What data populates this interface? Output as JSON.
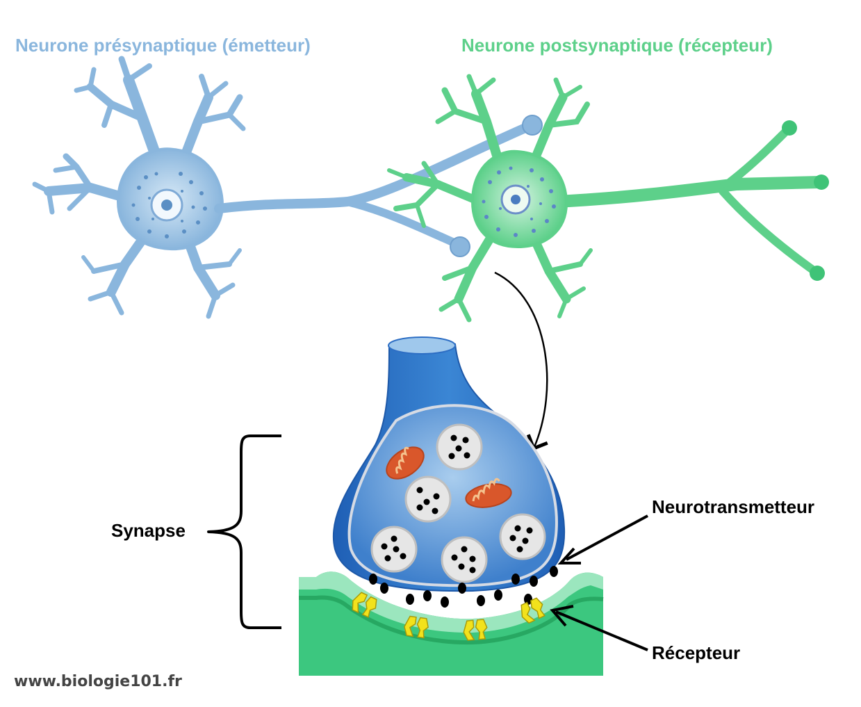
{
  "labels": {
    "presynaptic_title": "Neurone présynaptique (émetteur)",
    "postsynaptic_title": "Neurone postsynaptique (récepteur)",
    "synapse": "Synapse",
    "neurotransmitter": "Neurotransmetteur",
    "receptor": "Récepteur",
    "website": "www.biologie101.fr"
  },
  "colors": {
    "presynaptic": "#8ab6dd",
    "presynaptic_dark": "#5b8fc4",
    "postsynaptic": "#5dd08a",
    "postsynaptic_dark": "#2fb26a",
    "terminal": "#2d6ec4",
    "mitochondria": "#d9572b",
    "receptor": "#f2e21c",
    "membrane": "#3bc47d"
  },
  "icons": [
    "presynaptic-neuron-icon",
    "postsynaptic-neuron-icon",
    "axon-terminal-icon",
    "vesicle-icon",
    "mitochondrion-icon",
    "receptor-icon",
    "zoom-arrow-icon",
    "brace-icon"
  ]
}
